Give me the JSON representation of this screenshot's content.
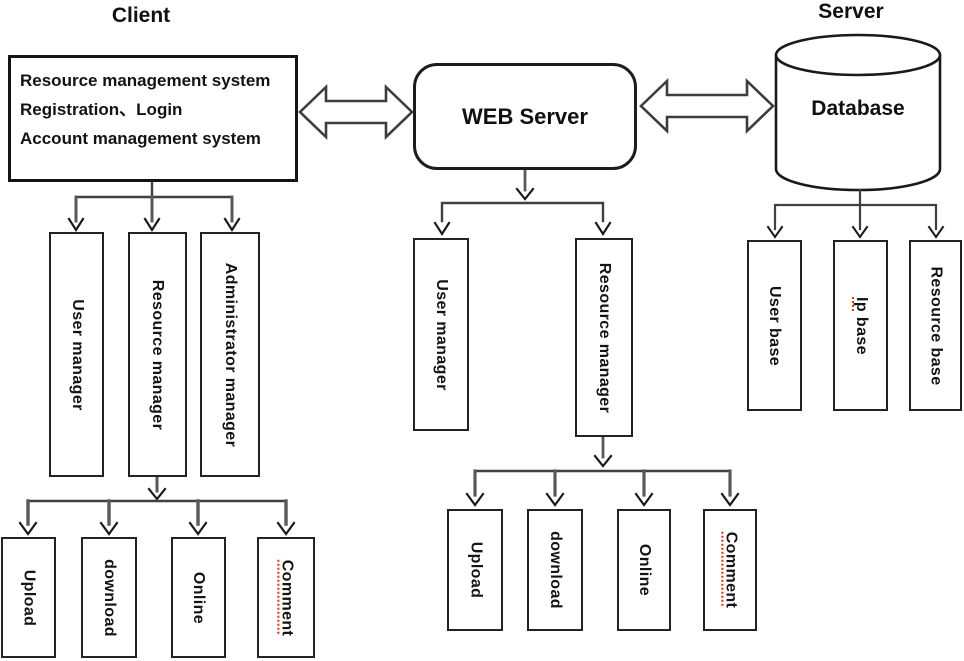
{
  "client": {
    "title": "Client",
    "main_box_lines": [
      "Resource management system",
      "Registration、Login",
      "Account management system"
    ],
    "managers": [
      "User manager",
      "Resource manager",
      "Administrator manager"
    ],
    "functions": [
      "Upload",
      "download",
      "Online",
      "Comment"
    ]
  },
  "web_server": {
    "label": "WEB Server",
    "managers": [
      "User manager",
      "Resource manager"
    ],
    "functions": [
      "Upload",
      "download",
      "Online",
      "Comment"
    ]
  },
  "server": {
    "title": "Server",
    "database_label": "Database",
    "bases": [
      "User base",
      "Ip base",
      "Resource base"
    ],
    "base_ip_word": "Ip",
    "base_ip_rest": " base"
  },
  "colors": {
    "line": "#404040",
    "arrow_shaft": "#595959",
    "arrow_head": "#1a1a1a",
    "spellcheck_red": "#ff2a00",
    "text": "#141414"
  }
}
